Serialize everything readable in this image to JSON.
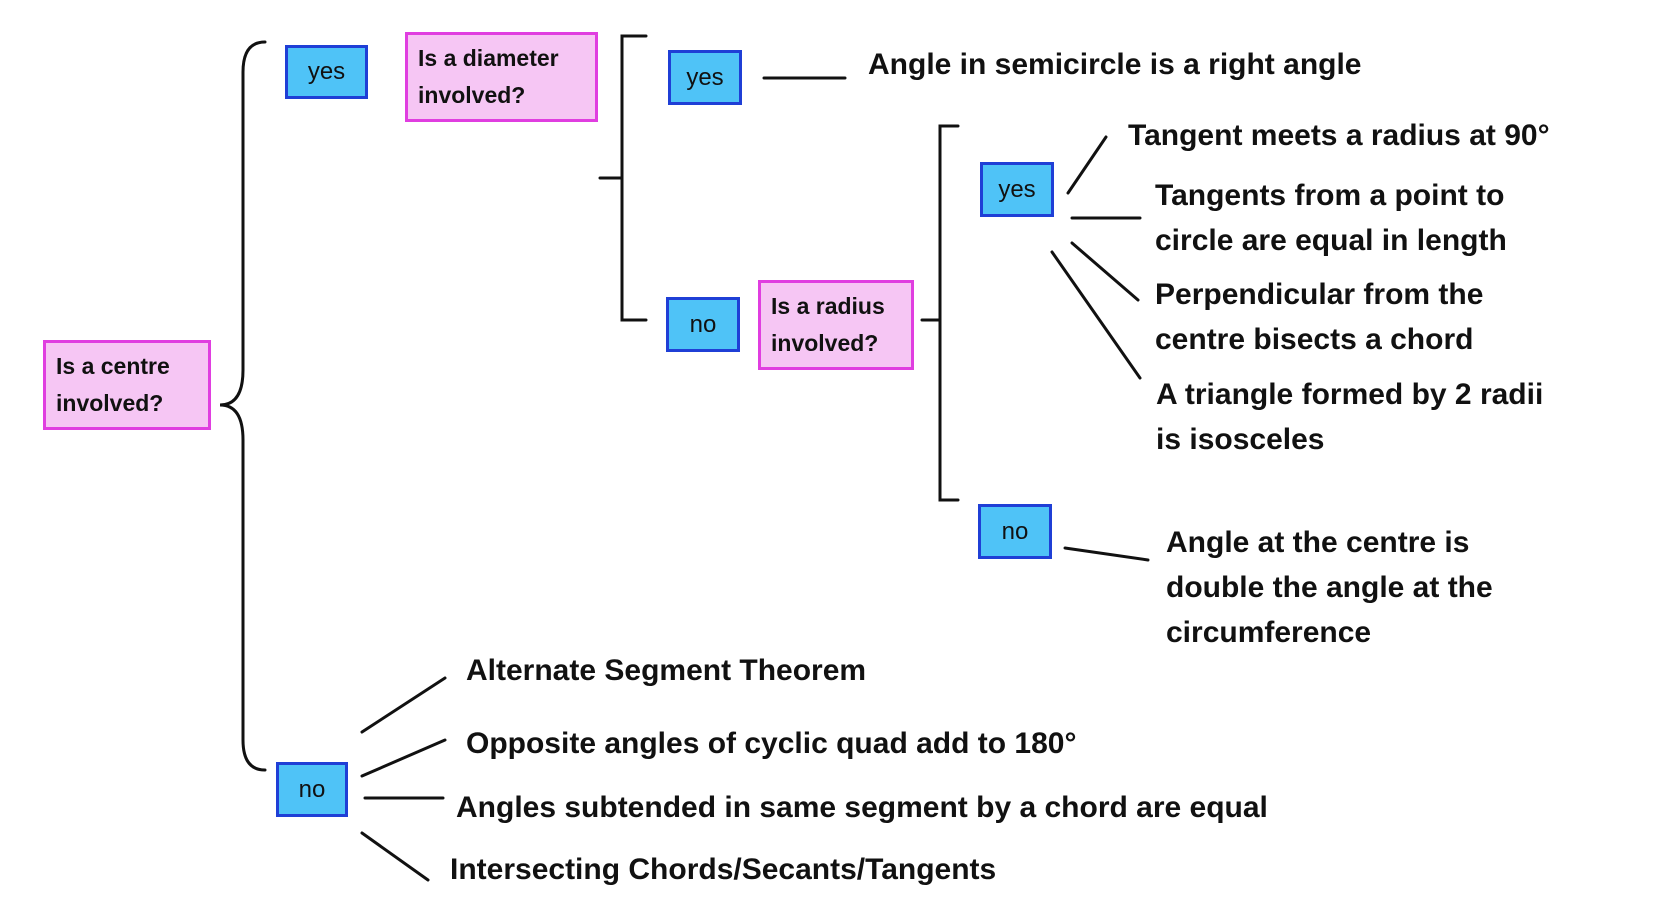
{
  "colors": {
    "question_fill": "#f6c6f4",
    "question_border": "#e03ee0",
    "answer_fill": "#4fc3f7",
    "answer_border": "#1f3fd6"
  },
  "questions": {
    "centre": [
      "Is a centre",
      "involved?"
    ],
    "diameter": [
      "Is a diameter",
      "involved?"
    ],
    "radius": [
      "Is a radius",
      "involved?"
    ]
  },
  "answers": {
    "centre_yes": "yes",
    "centre_no": "no",
    "diameter_yes": "yes",
    "diameter_no": "no",
    "radius_yes": "yes",
    "radius_no": "no"
  },
  "results": {
    "semicircle": "Angle in semicircle is a right angle",
    "tangent_radius": "Tangent meets a radius at 90°",
    "tangents_equal": [
      "Tangents from a point to",
      "circle are equal in length"
    ],
    "perpendicular": [
      "Perpendicular from the",
      "centre bisects a chord"
    ],
    "isosceles": [
      "A triangle formed by 2 radii",
      "is isosceles"
    ],
    "angle_centre": [
      "Angle at the centre is",
      "double the angle at the",
      "circumference"
    ],
    "alternate_segment": "Alternate Segment Theorem",
    "cyclic_quad": "Opposite angles of cyclic quad add to 180°",
    "same_segment": "Angles subtended in same segment by a chord are equal",
    "intersecting": "Intersecting Chords/Secants/Tangents"
  }
}
